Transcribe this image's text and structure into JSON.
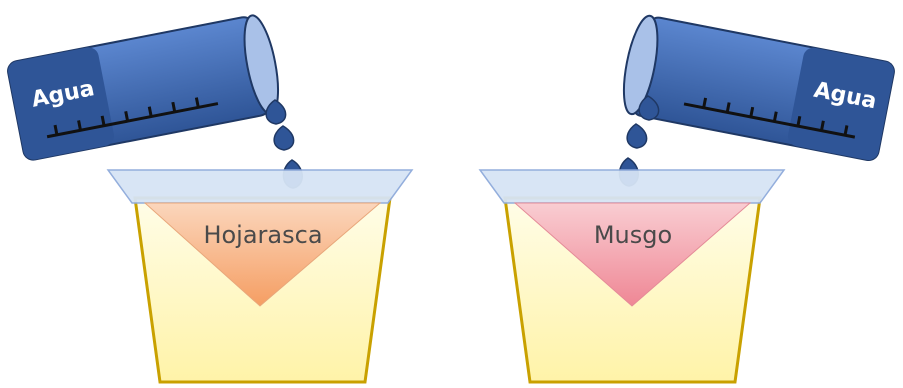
{
  "left_setup": {
    "cylinder_label": "Agua",
    "funnel_label": "Hojarasca",
    "drop_count": 3
  },
  "right_setup": {
    "cylinder_label": "Agua",
    "funnel_label": "Musgo",
    "drop_count": 3
  },
  "colors": {
    "cylinder_dark": "#2f5597",
    "cylinder_light": "#4a78c4",
    "cylinder_rim": "#a9c1e8",
    "cylinder_outline": "#1f3864",
    "drop_fill": "#2f5597",
    "drop_outline": "#1f3864",
    "funnel_top_fill": "#d6e4f5",
    "funnel_top_outline": "#8eaadb",
    "container_fill": "#fff9c9",
    "container_outline": "#c9a100",
    "hojarasca_fill": "#f8b98b",
    "musgo_fill": "#f4a6b0",
    "scale_marks": "#111111"
  }
}
